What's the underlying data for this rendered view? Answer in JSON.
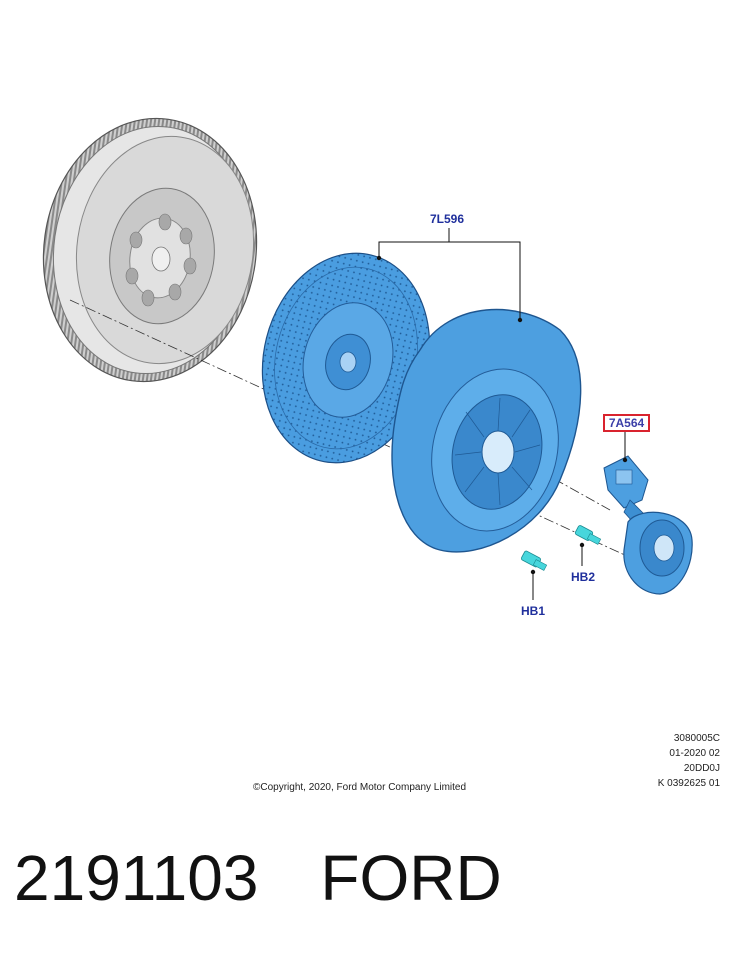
{
  "callouts": {
    "clutch_kit": "7L596",
    "slave_cylinder": "7A564",
    "bolt_1": "HB1",
    "bolt_2": "HB2"
  },
  "meta_lines": [
    "3080005C",
    "01-2020 02",
    "20DD0J",
    "K 0392625 01"
  ],
  "copyright": "©Copyright, 2020, Ford Motor Company Limited",
  "caption": {
    "part_number": "2191103",
    "brand": "FORD"
  },
  "colors": {
    "part_blue": "#4d9fe0",
    "part_blue_dark": "#2b6fb0",
    "flywheel_grey": "#d4d4d4",
    "callout_text": "#1f2f9c",
    "highlight_border": "#d9232e",
    "bolt_cyan": "#47d6dc"
  }
}
